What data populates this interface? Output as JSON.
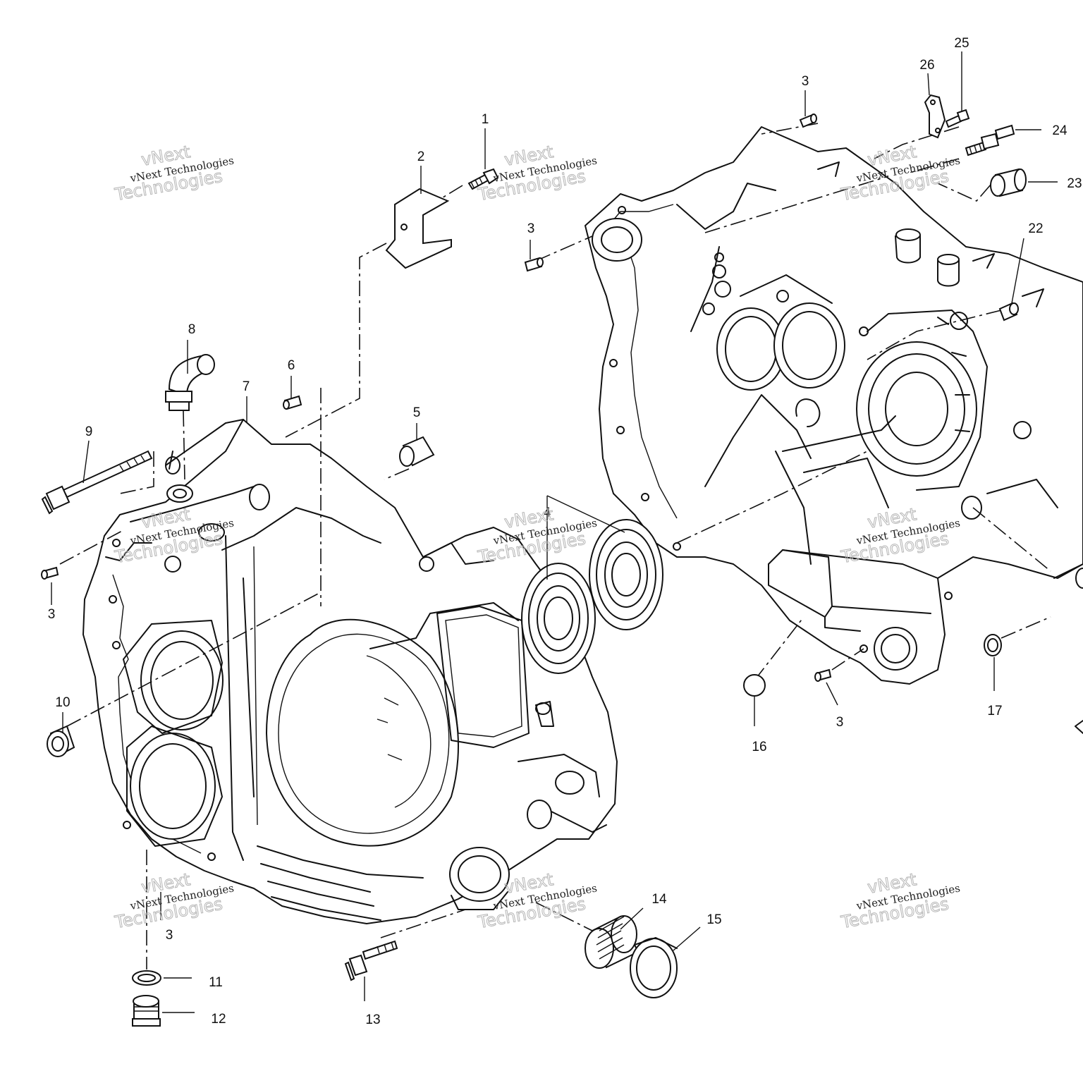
{
  "diagram": {
    "callouts": [
      {
        "id": "c1",
        "label": "1"
      },
      {
        "id": "c2",
        "label": "2"
      },
      {
        "id": "c3a",
        "label": "3"
      },
      {
        "id": "c3b",
        "label": "3"
      },
      {
        "id": "c3c",
        "label": "3"
      },
      {
        "id": "c3d",
        "label": "3"
      },
      {
        "id": "c3e",
        "label": "3"
      },
      {
        "id": "c4",
        "label": "4"
      },
      {
        "id": "c5",
        "label": "5"
      },
      {
        "id": "c6",
        "label": "6"
      },
      {
        "id": "c7",
        "label": "7"
      },
      {
        "id": "c8",
        "label": "8"
      },
      {
        "id": "c9",
        "label": "9"
      },
      {
        "id": "c10",
        "label": "10"
      },
      {
        "id": "c11",
        "label": "11"
      },
      {
        "id": "c12",
        "label": "12"
      },
      {
        "id": "c13",
        "label": "13"
      },
      {
        "id": "c14",
        "label": "14"
      },
      {
        "id": "c15",
        "label": "15"
      },
      {
        "id": "c16",
        "label": "16"
      },
      {
        "id": "c17",
        "label": "17"
      },
      {
        "id": "c22",
        "label": "22"
      },
      {
        "id": "c23",
        "label": "23"
      },
      {
        "id": "c24",
        "label": "24"
      },
      {
        "id": "c25",
        "label": "25"
      },
      {
        "id": "c26",
        "label": "26"
      }
    ],
    "watermark": {
      "line1": "vNext",
      "line2": "vNext Technologies",
      "line3": "Technologies"
    }
  }
}
